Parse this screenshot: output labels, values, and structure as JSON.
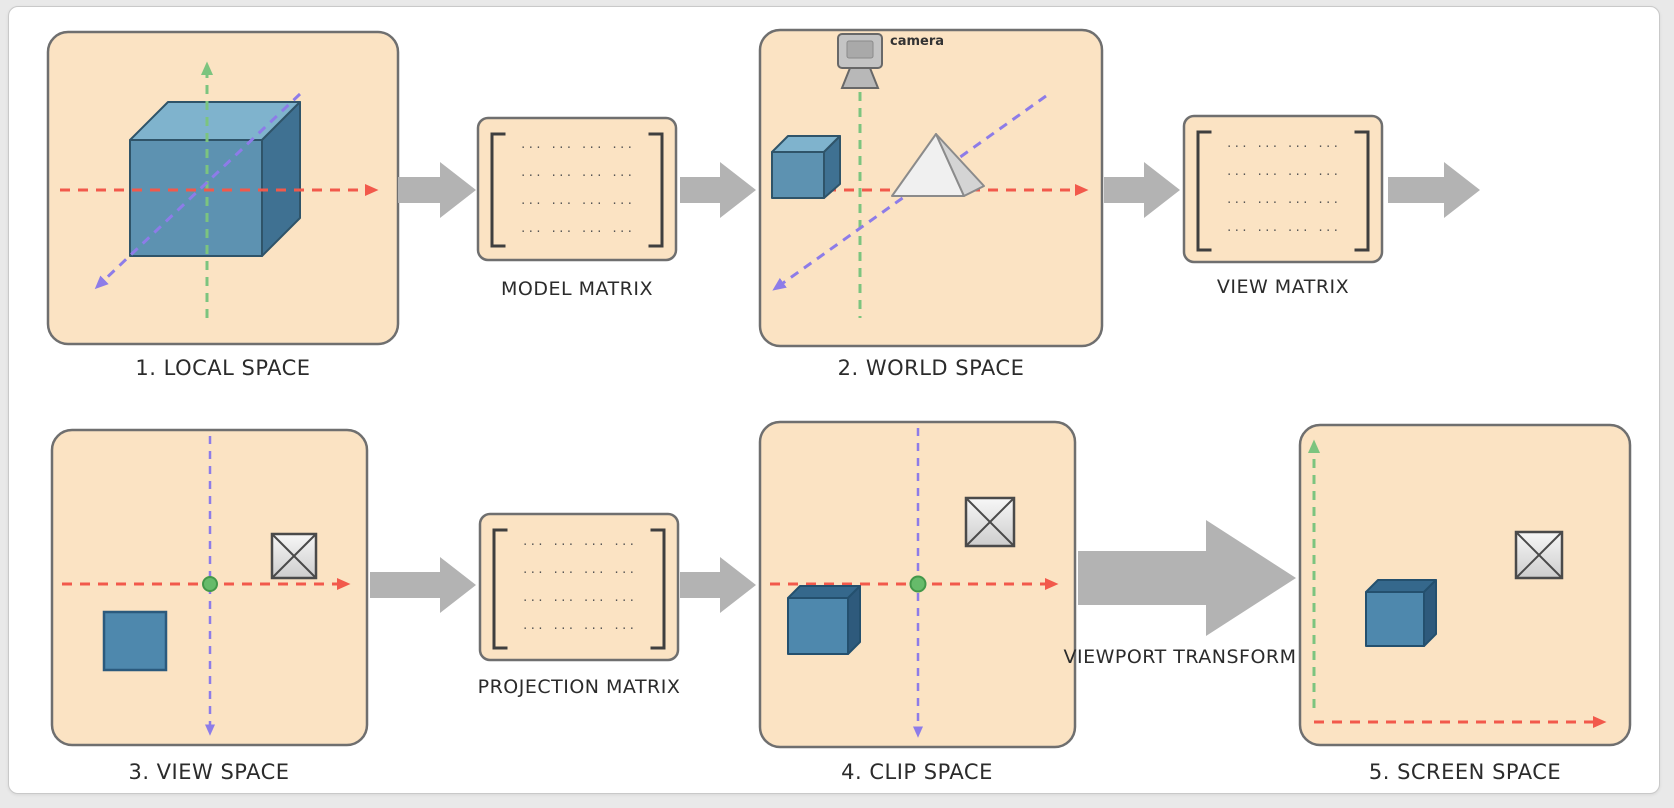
{
  "palette": {
    "panel_fill": "#fbe3c3",
    "panel_border": "#6f6f6f",
    "arrow_gray": "#b3b3b3",
    "axis_red": "#f2594b",
    "axis_green": "#7cc47f",
    "axis_purple": "#8d7ce8",
    "cube_blue": "#4e88ad"
  },
  "stages": [
    {
      "label": "1. LOCAL SPACE"
    },
    {
      "label": "2. WORLD SPACE"
    },
    {
      "label": "3. VIEW SPACE"
    },
    {
      "label": "4. CLIP SPACE"
    },
    {
      "label": "5. SCREEN SPACE"
    }
  ],
  "matrices": [
    {
      "label": "MODEL MATRIX"
    },
    {
      "label": "VIEW MATRIX"
    },
    {
      "label": "PROJECTION MATRIX"
    }
  ],
  "transform_label": "VIEWPORT TRANSFORM",
  "camera_label": "camera",
  "matrix_row": "···  ···  ···  ···"
}
